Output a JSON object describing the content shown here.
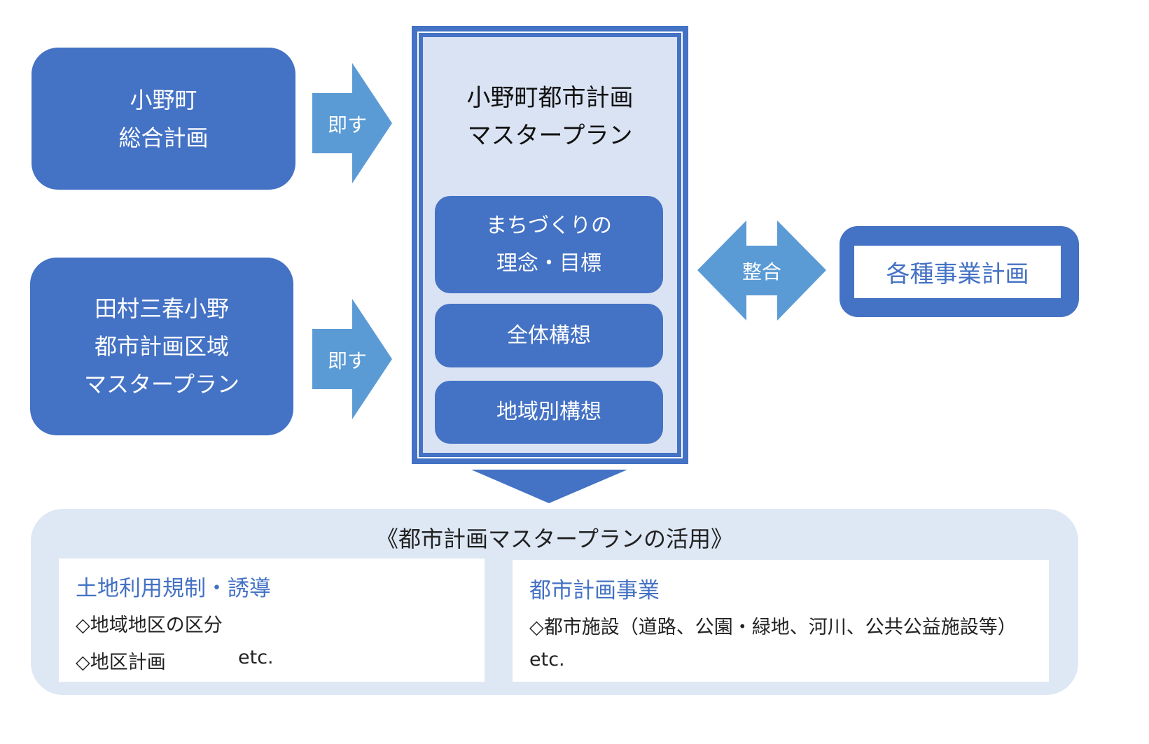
{
  "left_top": {
    "line1": "小野町",
    "line2": "総合計画"
  },
  "left_bottom": {
    "line1": "田村三春小野",
    "line2": "都市計画区域",
    "line3": "マスタープラン"
  },
  "arrow_top_label": "即す",
  "arrow_bottom_label": "即す",
  "central": {
    "title_line1": "小野町都市計画",
    "title_line2": "マスタープラン",
    "items": [
      {
        "line1": "まちづくりの",
        "line2": "理念・目標"
      },
      {
        "line1": "全体構想"
      },
      {
        "line1": "地域別構想"
      }
    ]
  },
  "double_arrow_label": "整合",
  "right_box_label": "各種事業計画",
  "bottom": {
    "title": "《都市計画マスタープランの活用》",
    "left_card": {
      "heading": "土地利用規制・誘導",
      "line1": "◇地域地区の区分",
      "line2": "◇地区計画",
      "line2_suffix": "etc."
    },
    "right_card": {
      "heading": "都市計画事業",
      "line1": "◇都市施設（道路、公園・緑地、河川、公共公益施設等）",
      "line2": "etc."
    }
  },
  "colors": {
    "box_blue": "#4472c4",
    "arrow_blue": "#5b9bd5",
    "central_fill": "#dae3f3",
    "bottom_panel": "#dee8f5"
  }
}
